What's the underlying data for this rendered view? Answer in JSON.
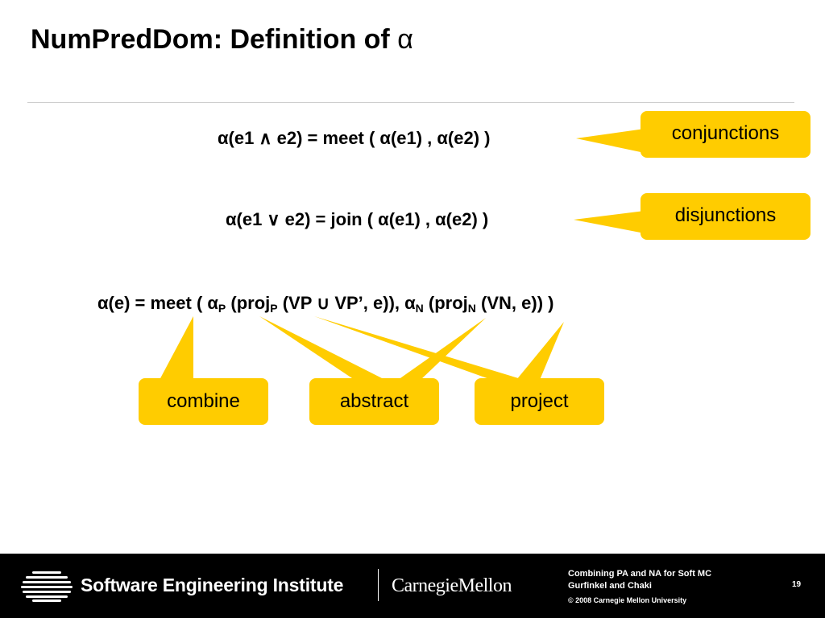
{
  "slide": {
    "title_text": "NumPredDom: Definition of ",
    "title_symbol": "α"
  },
  "formulas": {
    "f1": "α(e1 ∧ e2) = meet ( α(e1) , α(e2) )",
    "f2": "α(e1 ∨ e2) = join ( α(e1) , α(e2) )",
    "f3": {
      "p1": "α(e) = meet ( α",
      "sub_p": "P",
      "p2": " (proj",
      "p3": " (VP ∪ VP’, e)), α",
      "sub_n": "N",
      "p4": " (proj",
      "p5": " (VN, e)) )"
    }
  },
  "labels": {
    "conjunctions": "conjunctions",
    "disjunctions": "disjunctions",
    "combine": "combine",
    "abstract": "abstract",
    "project": "project"
  },
  "colors": {
    "accent": "#ffcc00",
    "footer_bg": "#000000"
  },
  "footer": {
    "sei": "Software Engineering Institute",
    "cmu": "CarnegieMellon",
    "info_line1": "Combining PA and NA for Soft MC",
    "info_line2": "Gurfinkel and Chaki",
    "copyright": "© 2008 Carnegie Mellon University",
    "page_number": "19"
  }
}
